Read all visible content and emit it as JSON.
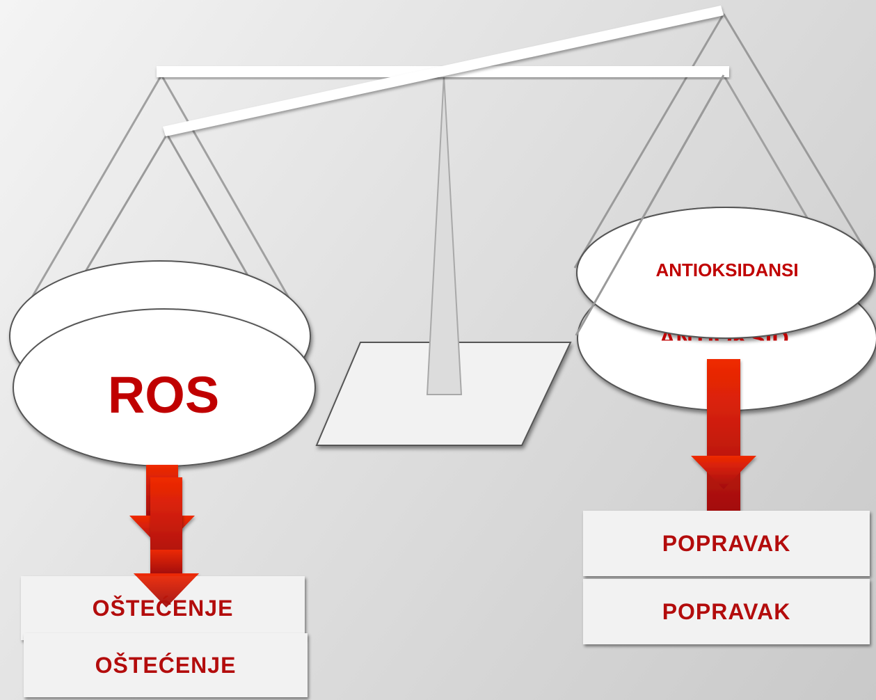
{
  "left_pan": {
    "label": "ROS"
  },
  "right_pan": {
    "label_front": "ANTIOKSIDANSI",
    "label_back_partial": "ANTIOKSID."
  },
  "left_boxes": [
    {
      "label": "OŠTEĆENJE"
    },
    {
      "label": "OŠTEĆENJE"
    }
  ],
  "right_boxes": [
    {
      "label": "POPRAVAK"
    },
    {
      "label": "POPRAVAK"
    }
  ],
  "colors": {
    "label_red": "#c00000",
    "box_text_red": "#b30c0c",
    "arrow_red": "#d81e05",
    "beam_white": "#ffffff",
    "string_gray": "#9a9a9a"
  }
}
